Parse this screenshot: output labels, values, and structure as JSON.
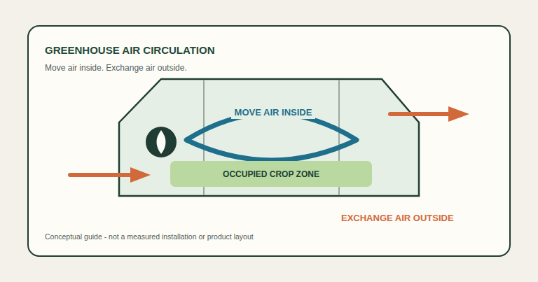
{
  "diagram": {
    "title": "GREENHOUSE AIR CIRCULATION",
    "caption": "Conceptual guide - not a measured installation or product layout",
    "nodes": [
      {
        "text": [
          "OCCUPIED CROP ZONE"
        ]
      }
    ],
    "labels": [
      "Move air inside. Exchange air outside.",
      "MOVE AIR INSIDE",
      "EXCHANGE AIR OUTSIDE"
    ]
  }
}
